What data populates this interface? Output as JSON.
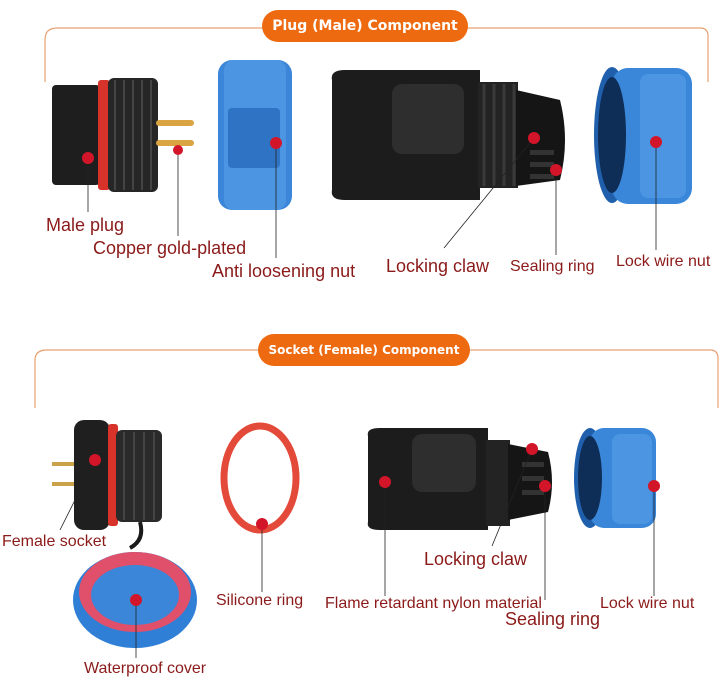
{
  "sections": {
    "plug": {
      "title": "Plug (Male) Component",
      "labels": {
        "male_plug": "Male plug",
        "copper": "Copper gold-plated",
        "anti_loosening": "Anti loosening nut",
        "locking_claw": "Locking claw",
        "sealing_ring": "Sealing ring",
        "lock_wire_nut": "Lock wire nut"
      }
    },
    "socket": {
      "title": "Socket (Female) Component",
      "labels": {
        "female_socket": "Female socket",
        "waterproof_cover": "Waterproof cover",
        "silicone_ring": "Silicone ring",
        "flame_retardant": "Flame retardant nylon material",
        "locking_claw": "Locking claw",
        "sealing_ring": "Sealing ring",
        "lock_wire_nut": "Lock wire nut"
      }
    }
  },
  "colors": {
    "accent": "#ee6a10",
    "label": "#8b1a1a",
    "marker": "#d3152a",
    "blue": "#2f7fd6",
    "black": "#1c1c1c"
  }
}
